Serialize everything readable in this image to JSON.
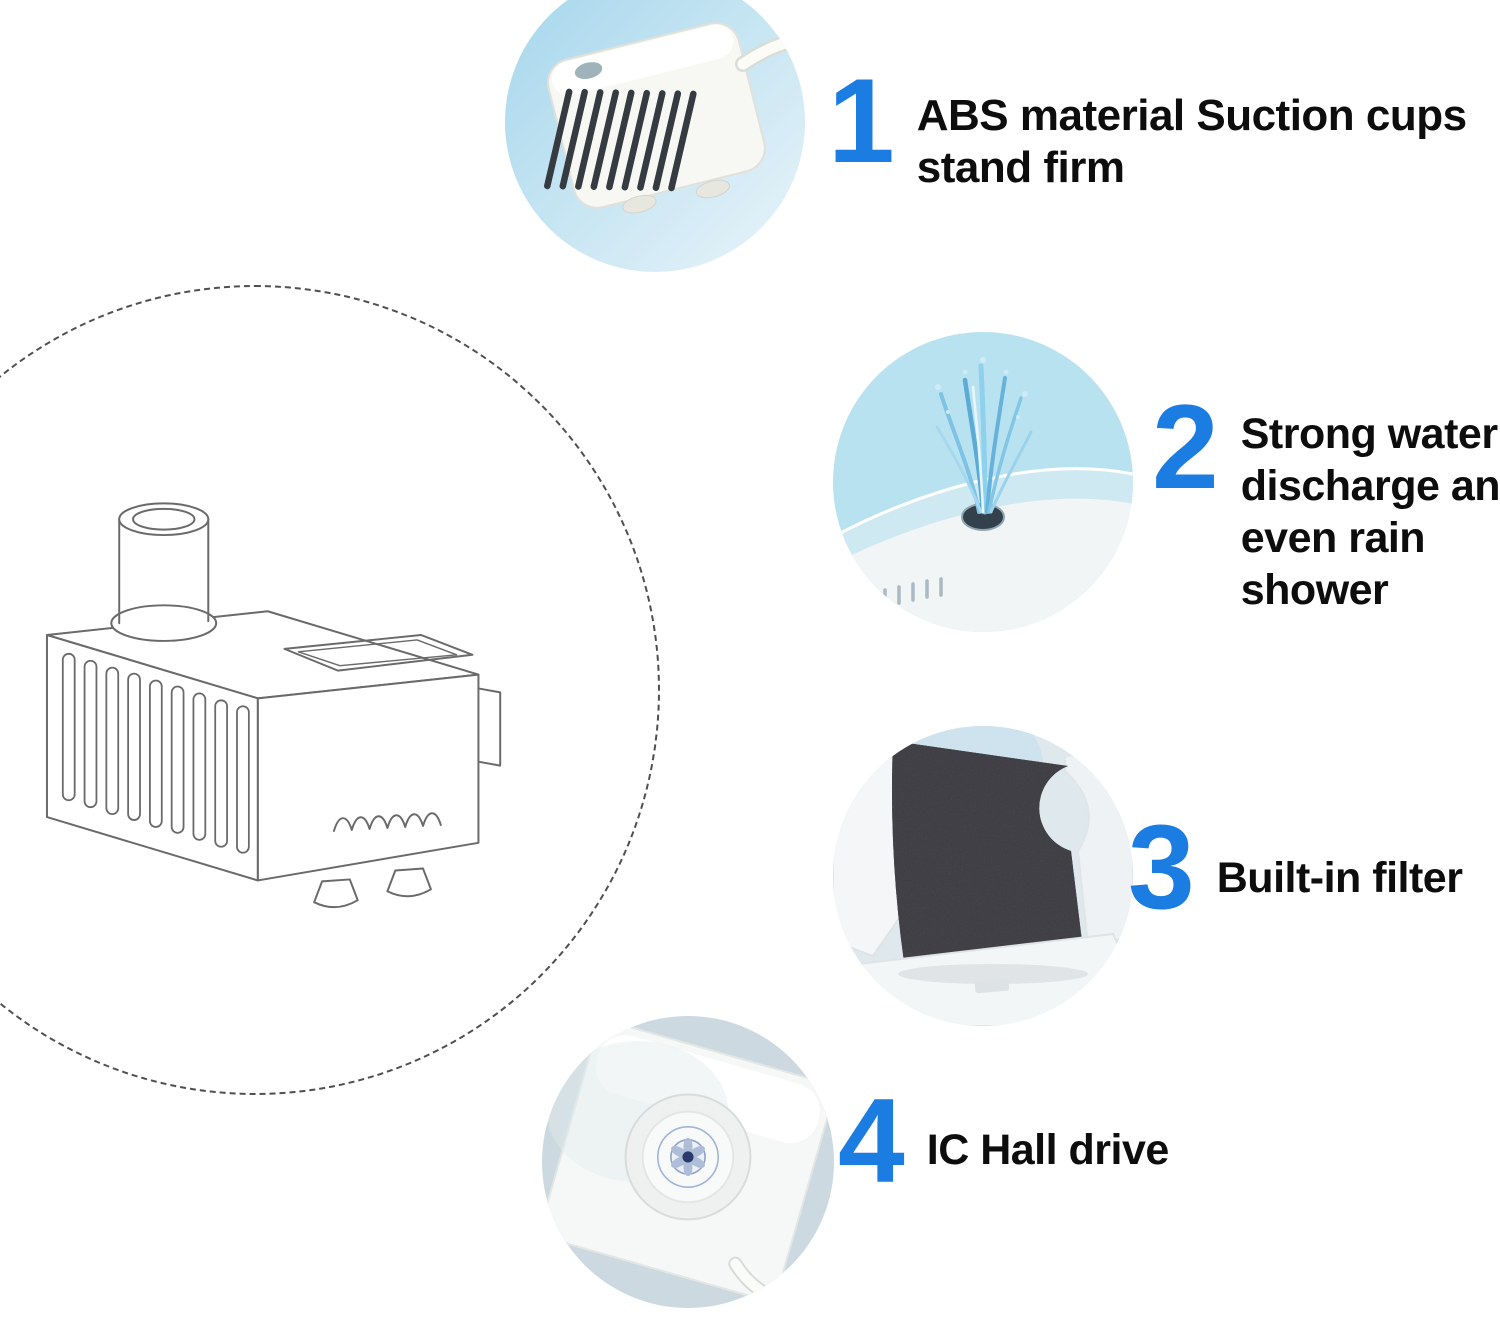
{
  "features": [
    {
      "number": "1",
      "label": "ABS material Suction cups stand firm"
    },
    {
      "number": "2",
      "label": "Strong water discharge and even rain shower"
    },
    {
      "number": "3",
      "label": "Built-in filter"
    },
    {
      "number": "4",
      "label": "IC Hall drive"
    }
  ],
  "colors": {
    "number_blue": "#1b7ce2",
    "text_black": "#0d0d0d",
    "photo_light_blue": "#aedcee"
  }
}
